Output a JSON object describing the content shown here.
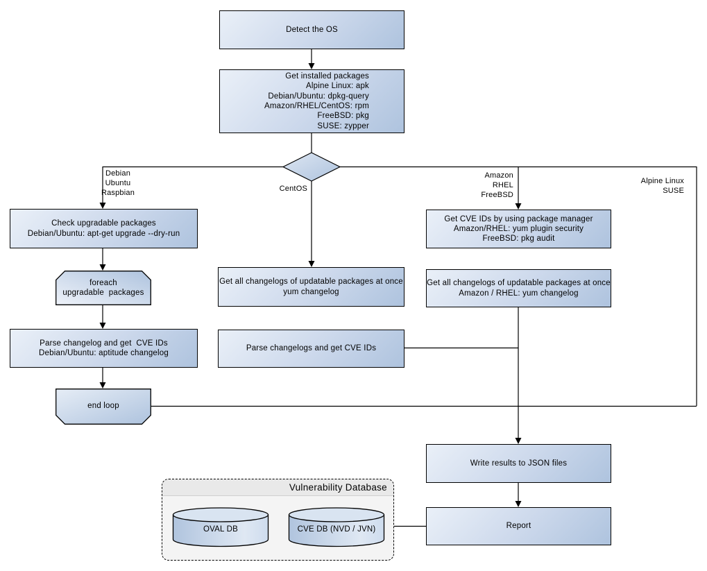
{
  "nodes": {
    "detect_os": {
      "label": "Detect the OS"
    },
    "get_installed_packages": {
      "lines": [
        "Get installed packages",
        "Alpine Linux: apk",
        "Debian/Ubuntu: dpkg-query",
        "Amazon/RHEL/CentOS: rpm",
        "FreeBSD: pkg",
        "SUSE: zypper"
      ]
    },
    "check_upgradable": {
      "lines": [
        "Check upgradable packages",
        "Debian/Ubuntu: apt-get upgrade --dry-run"
      ]
    },
    "foreach_loop": {
      "lines": [
        "foreach",
        "upgradable  packages"
      ]
    },
    "parse_changelog_deb": {
      "lines": [
        "Parse changelog and get  CVE IDs",
        "Debian/Ubuntu: aptitude changelog"
      ]
    },
    "end_loop": {
      "label": "end loop"
    },
    "get_changelogs_yum": {
      "lines": [
        "Get all changelogs of updatable packages at once",
        "yum changelog"
      ]
    },
    "parse_changelogs": {
      "label": "Parse changelogs and get CVE IDs"
    },
    "get_cve_ids_pkg_mgr": {
      "lines": [
        "Get CVE IDs by using package manager",
        "Amazon/RHEL: yum plugin security",
        "FreeBSD: pkg audit"
      ]
    },
    "get_changelogs_amazon": {
      "lines": [
        "Get all changelogs of updatable packages at once",
        "Amazon / RHEL: yum changelog"
      ]
    },
    "write_results": {
      "label": "Write results to JSON files"
    },
    "report": {
      "label": "Report"
    }
  },
  "edge_labels": {
    "left_branch": {
      "lines": [
        "Debian",
        "Ubuntu",
        "Raspbian"
      ]
    },
    "center_branch": {
      "label": "CentOS"
    },
    "right_branch": {
      "lines": [
        "Amazon",
        "RHEL",
        "FreeBSD"
      ]
    },
    "far_right_branch": {
      "lines": [
        "Alpine Linux",
        "SUSE"
      ]
    }
  },
  "database": {
    "title": "Vulnerability Database",
    "oval_db": "OVAL DB",
    "cve_db": "CVE DB (NVD / JVN)"
  },
  "colors": {
    "node_fill_light": "#eaf0f8",
    "node_fill_dark": "#aec3de",
    "node_border": "#000000",
    "container_fill": "#f4f4f4",
    "container_header_fill": "#e9e9e9",
    "connector": "#000000"
  }
}
